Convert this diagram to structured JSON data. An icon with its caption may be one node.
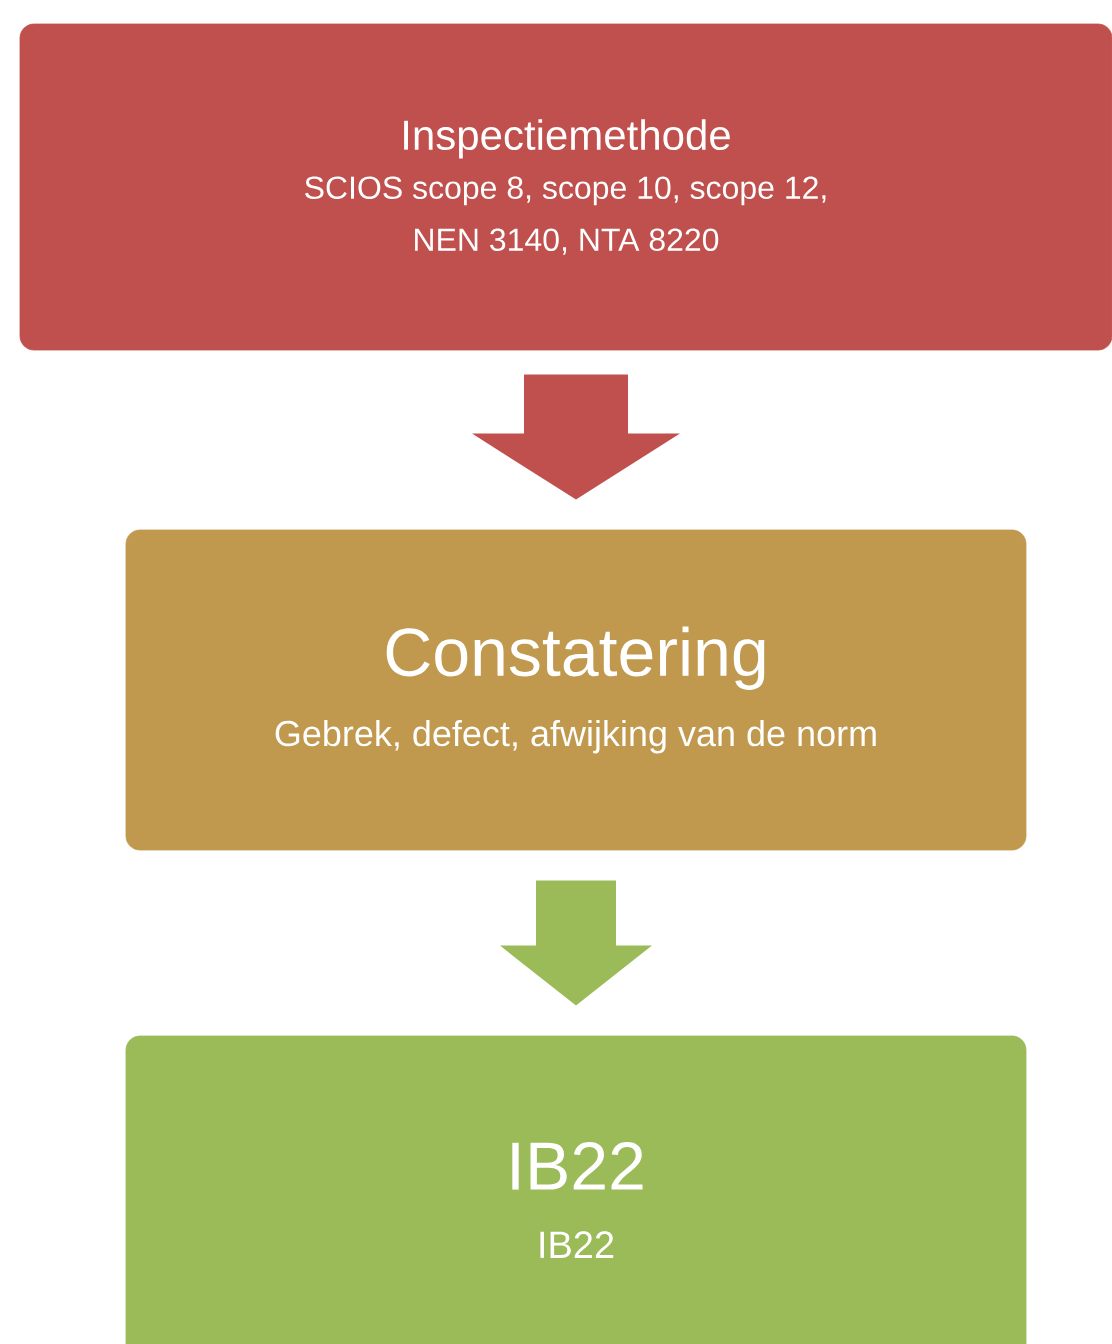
{
  "diagram": {
    "nodes": [
      {
        "text": [
          "Inspectiemethode",
          "SCIOS scope 8, scope 10, scope 12, NEN 3140, NTA 8220"
        ]
      },
      {
        "text": [
          "Constatering",
          "Gebrek, defect, afwijking van de norm"
        ]
      },
      {
        "text": [
          "IB22",
          "IB22"
        ]
      }
    ],
    "edges": [
      {
        "from": 0,
        "to": 1,
        "arrow": "to",
        "color": "#c0504d"
      },
      {
        "from": 1,
        "to": 2,
        "arrow": "to",
        "color": "#9bbb59"
      }
    ]
  }
}
